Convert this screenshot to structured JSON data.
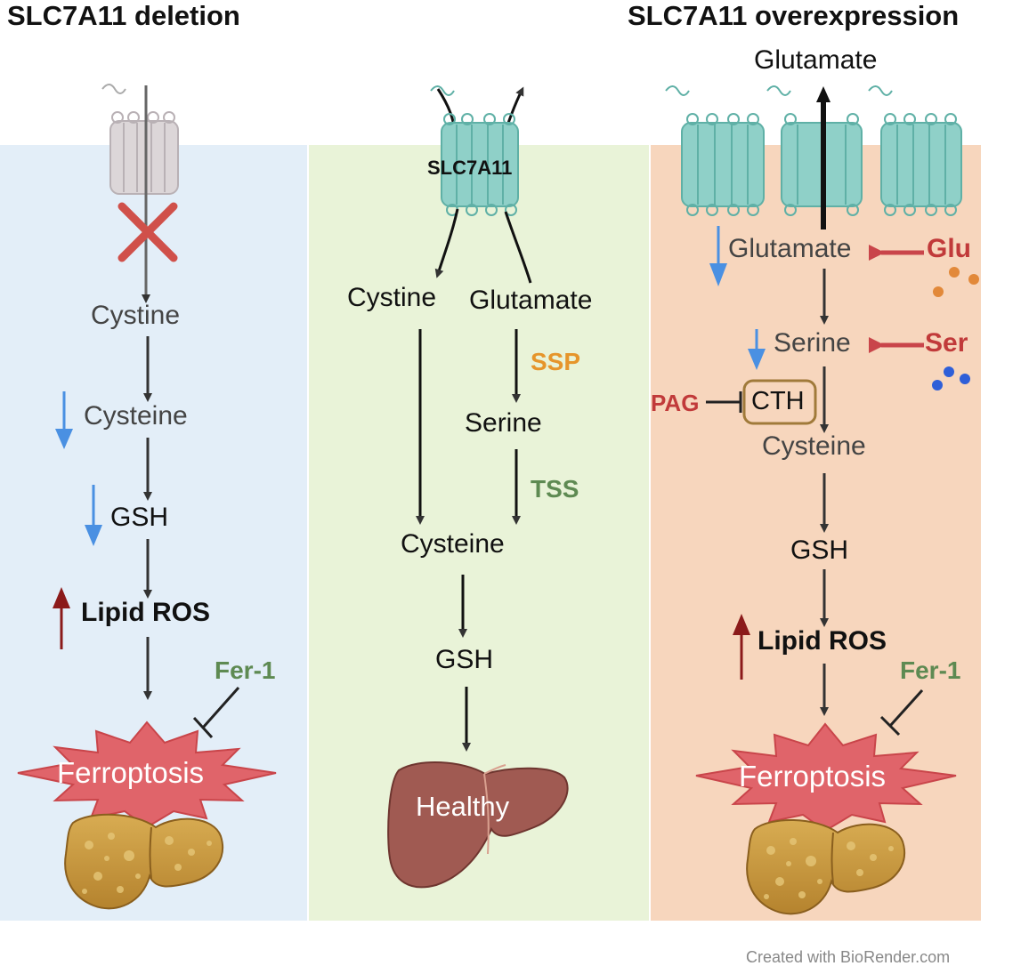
{
  "titles": {
    "left": "SLC7A11 deletion",
    "right": "SLC7A11 overexpression"
  },
  "left": {
    "cystine": "Cystine",
    "cysteine": "Cysteine",
    "gsh": "GSH",
    "lipid_ros": "Lipid ROS",
    "fer1": "Fer-1",
    "ferroptosis": "Ferroptosis"
  },
  "middle": {
    "transporter": "SLC7A11",
    "cystine": "Cystine",
    "glutamate": "Glutamate",
    "ssp": "SSP",
    "serine": "Serine",
    "tss": "TSS",
    "cysteine": "Cysteine",
    "gsh": "GSH",
    "healthy": "Healthy"
  },
  "right": {
    "glutamate_out": "Glutamate",
    "glutamate": "Glutamate",
    "glu": "Glu",
    "serine": "Serine",
    "ser": "Ser",
    "pag": "PAG",
    "cth": "CTH",
    "cysteine": "Cysteine",
    "gsh": "GSH",
    "lipid_ros": "Lipid ROS",
    "fer1": "Fer-1",
    "ferroptosis": "Ferroptosis"
  },
  "credit": "Created with BioRender.com",
  "colors": {
    "left_panel": "#e3eef8",
    "middle_panel": "#e9f3d8",
    "right_panel": "#f7d6bd",
    "down_arrow": "#4a90e2",
    "up_arrow": "#8b1a1a",
    "inhibitor_red": "#c13a3a",
    "fer1_green": "#5e8a52",
    "ssp_orange": "#e6952b",
    "transporter_teal": "#8fd0c8",
    "burst_red": "#e0646a",
    "liver_fatty": "#c79a3e",
    "liver_healthy": "#a05a52"
  }
}
